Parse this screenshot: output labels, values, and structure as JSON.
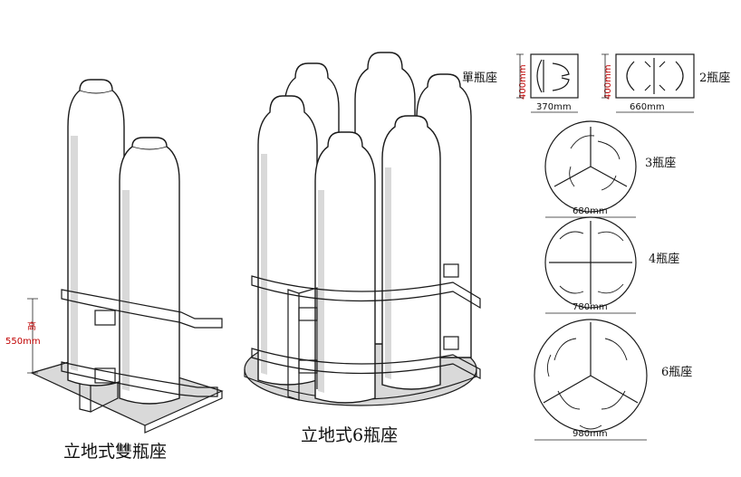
{
  "left_figure": {
    "caption": "立地式雙瓶座",
    "height_label": "高",
    "height_value": "550mm"
  },
  "middle_figure": {
    "caption": "立地式6瓶座"
  },
  "variants": [
    {
      "label": "單瓶座",
      "width": "370mm",
      "height": "400mm"
    },
    {
      "label": "2瓶座",
      "width": "660mm",
      "height": "400mm"
    },
    {
      "label": "3瓶座",
      "diameter": "680mm"
    },
    {
      "label": "4瓶座",
      "diameter": "780mm"
    },
    {
      "label": "6瓶座",
      "diameter": "980mm"
    }
  ]
}
